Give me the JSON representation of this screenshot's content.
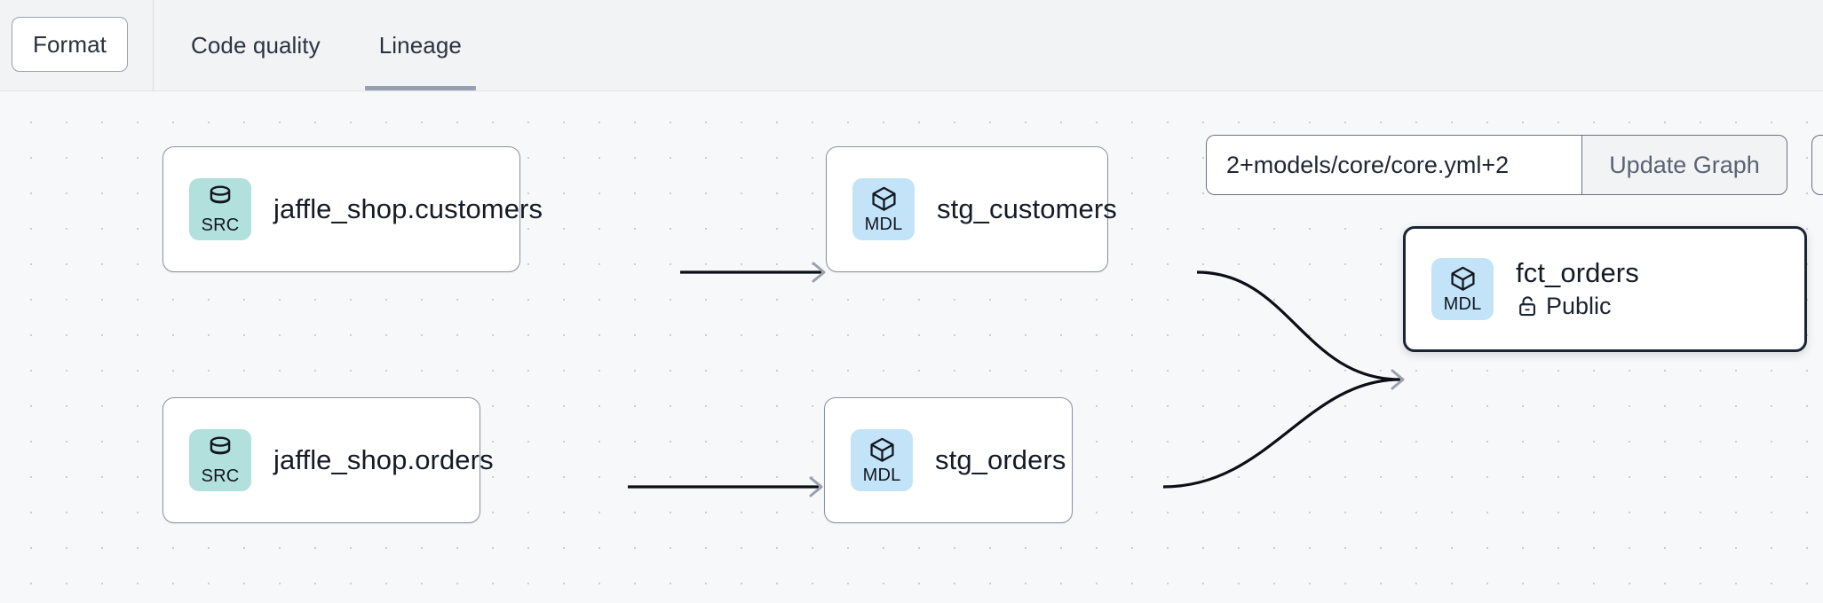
{
  "toolbar": {
    "format_label": "Format",
    "tabs": [
      {
        "label": "Code quality",
        "active": false
      },
      {
        "label": "Lineage",
        "active": true
      }
    ]
  },
  "graph_controls": {
    "selector_value": "2+models/core/core.yml+2",
    "selector_placeholder": "2+models/core/core.yml+2",
    "update_label": "Update Graph"
  },
  "graph": {
    "nodes": [
      {
        "id": "src_customers",
        "badge": "SRC",
        "badge_icon": "database-icon",
        "title": "jaffle_shop.customers",
        "subtitle": null,
        "selected": false
      },
      {
        "id": "src_orders",
        "badge": "SRC",
        "badge_icon": "database-icon",
        "title": "jaffle_shop.orders",
        "subtitle": null,
        "selected": false
      },
      {
        "id": "stg_customers",
        "badge": "MDL",
        "badge_icon": "cube-icon",
        "title": "stg_customers",
        "subtitle": null,
        "selected": false
      },
      {
        "id": "stg_orders",
        "badge": "MDL",
        "badge_icon": "cube-icon",
        "title": "stg_orders",
        "subtitle": null,
        "selected": false
      },
      {
        "id": "fct_orders",
        "badge": "MDL",
        "badge_icon": "cube-icon",
        "title": "fct_orders",
        "subtitle": "Public",
        "subtitle_icon": "unlock-icon",
        "selected": true
      }
    ],
    "edges": [
      {
        "from": "src_customers",
        "to": "stg_customers"
      },
      {
        "from": "src_orders",
        "to": "stg_orders"
      },
      {
        "from": "stg_customers",
        "to": "fct_orders"
      },
      {
        "from": "stg_orders",
        "to": "fct_orders"
      }
    ]
  },
  "colors": {
    "src_badge": "#b2e0dc",
    "mdl_badge": "#c3e4f8",
    "canvas_bg": "#f7f8fa",
    "topbar_bg": "#f2f3f5",
    "tab_underline": "#98a0af",
    "node_border": "#8b93a1",
    "selected_border": "#1b2433",
    "edge_stroke": "#0b0f16"
  }
}
